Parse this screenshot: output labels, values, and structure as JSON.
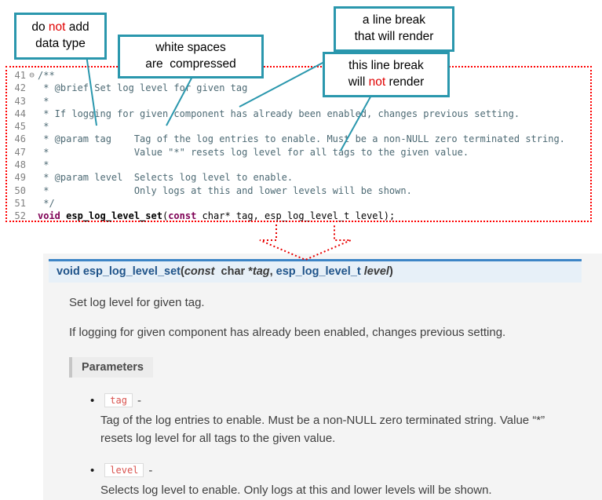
{
  "colors": {
    "connector": "#2a97ad",
    "callout_border": "#2a97ad",
    "arrow": "#e80000",
    "code_border": "#ff0000",
    "accent_red": "#e00000",
    "sig_border": "#3d85c6",
    "sig_bg": "#e7f0f8",
    "docs_bg": "#f4f4f4",
    "param_chip_text": "#d9534f"
  },
  "callouts": {
    "c1": {
      "l1a": "do ",
      "l1b": "not",
      "l1c": " add",
      "l2": "data type"
    },
    "c2": {
      "l1": "white spaces",
      "l2": "are  compressed"
    },
    "c3": {
      "l1": "a line break",
      "l2": "that will render"
    },
    "c4": {
      "l1": "this line break",
      "l2a": "will ",
      "l2b": "not",
      "l2c": " render"
    }
  },
  "code": {
    "lines": [
      {
        "num": "41",
        "fold": "⊖",
        "text": "/**"
      },
      {
        "num": "42",
        "text": " * @brief Set log level for given tag"
      },
      {
        "num": "43",
        "text": " *"
      },
      {
        "num": "44",
        "text": " * If logging for given component has already been enabled, changes previous setting."
      },
      {
        "num": "45",
        "text": " *"
      },
      {
        "num": "46",
        "text": " * @param tag    Tag of the log entries to enable. Must be a non-NULL zero terminated string."
      },
      {
        "num": "47",
        "text": " *               Value \"*\" resets log level for all tags to the given value."
      },
      {
        "num": "48",
        "text": " *"
      },
      {
        "num": "49",
        "text": " * @param level  Selects log level to enable."
      },
      {
        "num": "50",
        "text": " *               Only logs at this and lower levels will be shown."
      },
      {
        "num": "51",
        "text": " */"
      },
      {
        "num": "52",
        "kw1": "void",
        "mid1": " ",
        "fn": "esp_log_level_set",
        "mid2": "(",
        "kw2": "const",
        "rest": " char* tag, esp_log_level_t level);"
      }
    ]
  },
  "sig": {
    "p1": "void ",
    "p2": "esp_log_level_set",
    "p3": "(",
    "p4": "const",
    "p5": "  char *",
    "p6": "tag",
    "p7": ", ",
    "p8": "esp_log_level_t ",
    "p9": "level",
    "p10": ")"
  },
  "doc": {
    "brief": "Set log level for given tag.",
    "detail": "If logging for given component has already been enabled, changes previous setting.",
    "params_label": "Parameters",
    "bullet": "•",
    "params": [
      {
        "name": "tag",
        "dash": "-",
        "desc": "Tag of the log entries to enable. Must be a non-NULL zero terminated string. Value “*” resets log level for all tags to the given value."
      },
      {
        "name": "level",
        "dash": "-",
        "desc": "Selects log level to enable. Only logs at this and lower levels will be shown."
      }
    ]
  }
}
